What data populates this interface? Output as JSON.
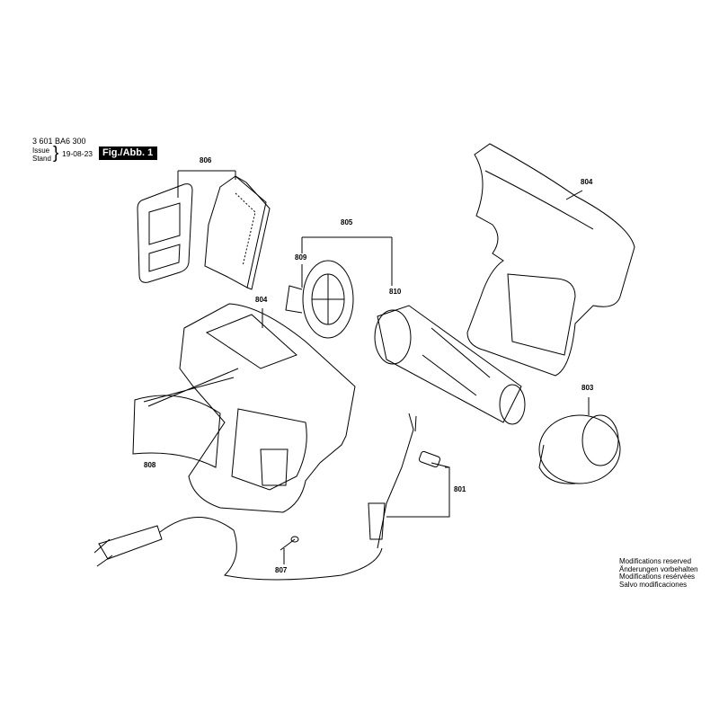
{
  "header": {
    "document_number": "3 601 BA6 300",
    "issue_label": "Issue",
    "stand_label": "Stand",
    "date": "19-08-23",
    "figure_label": "Fig./Abb. 1"
  },
  "part_labels": [
    "806",
    "804",
    "805",
    "809",
    "810",
    "804",
    "803",
    "808",
    "801",
    "807"
  ],
  "footer": {
    "notes": [
      "Modifications reserved",
      "Änderungen vorbehalten",
      "Modifications resérvées",
      "Salvo modificaciones"
    ]
  }
}
